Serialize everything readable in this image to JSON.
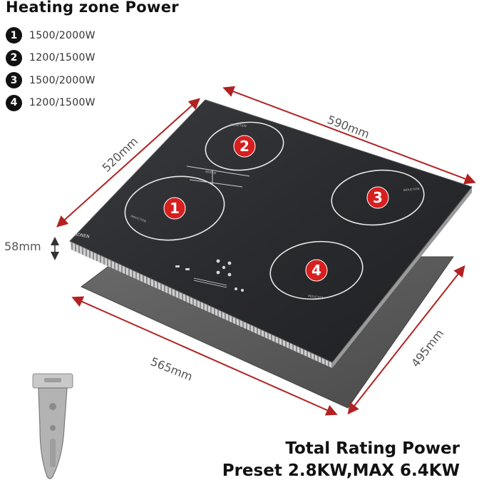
{
  "heading": "Heating zone Power",
  "zones": [
    {
      "num": "1",
      "power": "1500/2000W"
    },
    {
      "num": "2",
      "power": "1200/1500W"
    },
    {
      "num": "3",
      "power": "1500/2000W"
    },
    {
      "num": "4",
      "power": "1200/1500W"
    }
  ],
  "dimensions": {
    "width_top": "590mm",
    "depth_top": "520mm",
    "height": "58mm",
    "cutout_width": "565mm",
    "cutout_depth": "495mm"
  },
  "hob": {
    "brand": "BONEN",
    "zone_caption": "INDUCTION",
    "bridge_caption": "BRIDGE"
  },
  "colors": {
    "glass": "#2b2c2f",
    "dimension_line": "#b22222",
    "badge": "#d61f1f"
  },
  "footer": {
    "line1": "Total Rating Power",
    "line2": "Preset 2.8KW,MAX 6.4KW"
  }
}
